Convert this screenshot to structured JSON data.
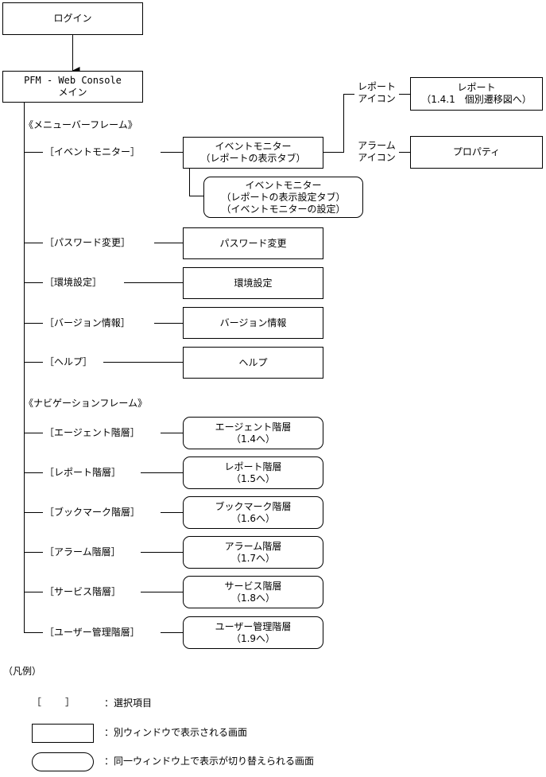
{
  "login": "ログイン",
  "main": {
    "line1": "PFM - Web Console",
    "line2": "メイン"
  },
  "menu_frame": "《メニューバーフレーム》",
  "nav_frame": "《ナビゲーションフレーム》",
  "menu_items": [
    {
      "label": "［イベントモニター］",
      "box": [
        "イベントモニター",
        "（レポートの表示タブ）"
      ],
      "rounded": false
    },
    {
      "label": "［パスワード変更］",
      "box": [
        "パスワード変更"
      ],
      "rounded": false
    },
    {
      "label": "［環境設定］",
      "box": [
        "環境設定"
      ],
      "rounded": false
    },
    {
      "label": "［バージョン情報］",
      "box": [
        "バージョン情報"
      ],
      "rounded": false
    },
    {
      "label": "［ヘルプ］",
      "box": [
        "ヘルプ"
      ],
      "rounded": false
    }
  ],
  "event_settings_box": [
    "イベントモニター",
    "（レポートの表示設定タブ）",
    "（イベントモニターの設定）"
  ],
  "report_icon": {
    "label": [
      "レポート",
      "アイコン"
    ],
    "box": [
      "レポート",
      "（1.4.1　個別遷移図へ）"
    ]
  },
  "alarm_icon": {
    "label": [
      "アラーム",
      "アイコン"
    ],
    "box": [
      "プロパティ"
    ]
  },
  "nav_items": [
    {
      "label": "［エージェント階層］",
      "box": [
        "エージェント階層",
        "（1.4へ）"
      ]
    },
    {
      "label": "［レポート階層］",
      "box": [
        "レポート階層",
        "（1.5へ）"
      ]
    },
    {
      "label": "［ブックマーク階層］",
      "box": [
        "ブックマーク階層",
        "（1.6へ）"
      ]
    },
    {
      "label": "［アラーム階層］",
      "box": [
        "アラーム階層",
        "（1.7へ）"
      ]
    },
    {
      "label": "［サービス階層］",
      "box": [
        "サービス階層",
        "（1.8へ）"
      ]
    },
    {
      "label": "［ユーザー管理階層］",
      "box": [
        "ユーザー管理階層",
        "（1.9へ）"
      ]
    }
  ],
  "legend": {
    "title": "（凡例）",
    "bracket_open": "［",
    "bracket_close": "］",
    "item_bracket": "：選択項目",
    "item_rect": "：別ウィンドウで表示される画面",
    "item_round": "：同一ウィンドウ上で表示が切り替えられる画面"
  }
}
